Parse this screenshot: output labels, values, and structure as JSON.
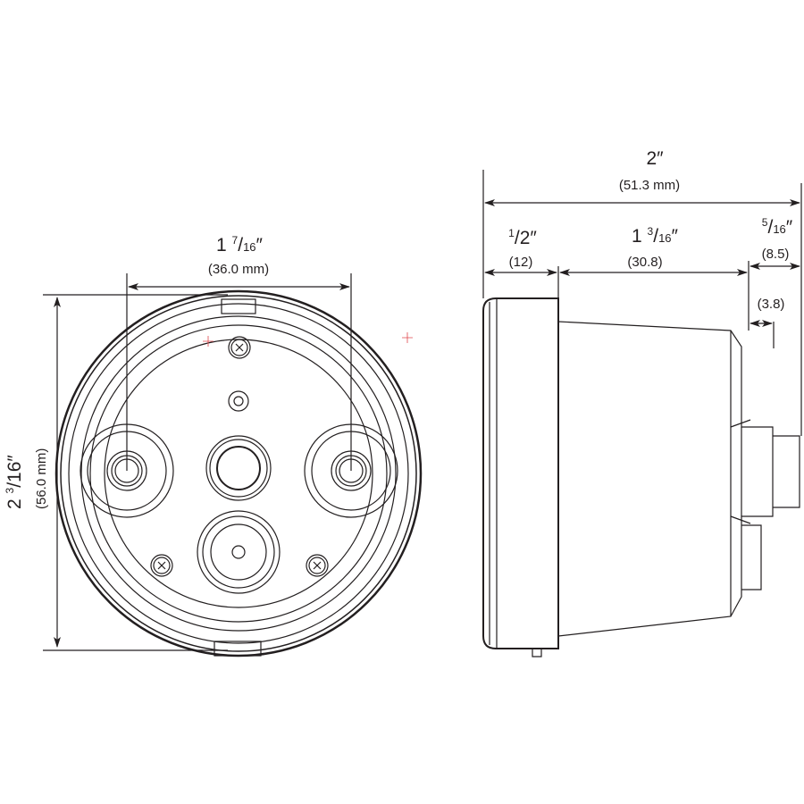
{
  "front_view": {
    "width_dim": {
      "whole": "1",
      "num": "7",
      "den": "16",
      "mm": "(36.0 mm)"
    },
    "height_dim": {
      "whole": "2",
      "num": "3",
      "den": "16",
      "mm": "(56.0 mm)"
    }
  },
  "side_view": {
    "overall": {
      "inch": "2″",
      "mm": "(51.3 mm)"
    },
    "flange": {
      "num": "1",
      "den": "2",
      "mm": "(12)"
    },
    "body": {
      "whole": "1",
      "num": "3",
      "den": "16",
      "mm": "(30.8)"
    },
    "rear": {
      "num": "5",
      "den": "16",
      "mm": "(8.5)"
    },
    "step": {
      "mm": "(3.8)"
    }
  },
  "colors": {
    "line": "#231f20",
    "center_mark": "#e0474c"
  }
}
